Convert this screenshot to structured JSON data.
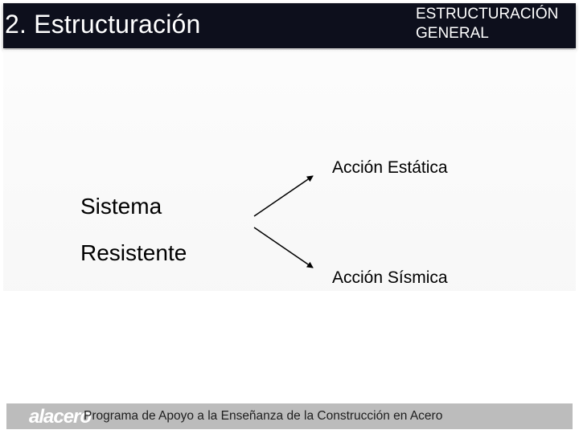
{
  "header": {
    "title": "2. Estructuración",
    "section_line1": "ESTRUCTURACIÓN",
    "section_line2": "GENERAL"
  },
  "diagram": {
    "source_line1": "Sistema",
    "source_line2": "Resistente",
    "target_top": "Acción Estática",
    "target_bottom": "Acción Sísmica"
  },
  "footer": {
    "logo": "alacero",
    "program": "Programa de Apoyo a la Enseñanza de la Construcción en Acero"
  }
}
